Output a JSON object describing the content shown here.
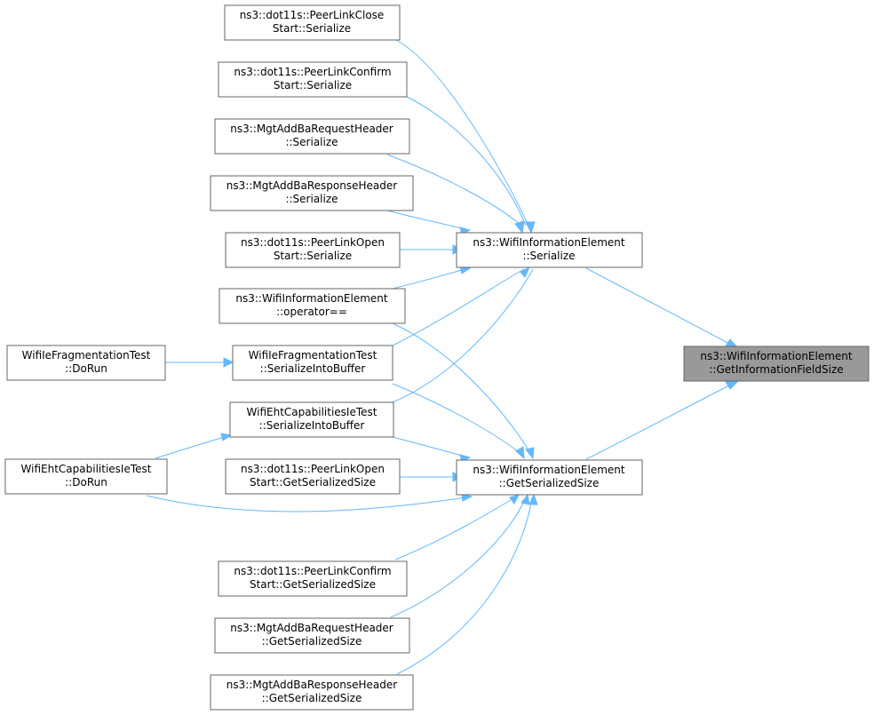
{
  "colors": {
    "edge": "#63b8ff",
    "node_border": "#666666",
    "node_fill": "#ffffff",
    "focus_fill": "#999999"
  },
  "nodes": {
    "target": {
      "line1": "ns3::WifiInformationElement",
      "line2": "::GetInformationFieldSize"
    },
    "serialize": {
      "line1": "ns3::WifiInformationElement",
      "line2": "::Serialize"
    },
    "get_serialized_size": {
      "line1": "ns3::WifiInformationElement",
      "line2": "::GetSerializedSize"
    },
    "peer_link_close_serialize": {
      "line1": "ns3::dot11s::PeerLinkClose",
      "line2": "Start::Serialize"
    },
    "peer_link_confirm_serialize": {
      "line1": "ns3::dot11s::PeerLinkConfirm",
      "line2": "Start::Serialize"
    },
    "addba_request_serialize": {
      "line1": "ns3::MgtAddBaRequestHeader",
      "line2": "::Serialize"
    },
    "addba_response_serialize": {
      "line1": "ns3::MgtAddBaResponseHeader",
      "line2": "::Serialize"
    },
    "peer_link_open_serialize": {
      "line1": "ns3::dot11s::PeerLinkOpen",
      "line2": "Start::Serialize"
    },
    "operator_eq": {
      "line1": "ns3::WifiInformationElement",
      "line2": "::operator=="
    },
    "frag_serialize_into_buffer": {
      "line1": "WifiIeFragmentationTest",
      "line2": "::SerializeIntoBuffer"
    },
    "frag_dorun": {
      "line1": "WifiIeFragmentationTest",
      "line2": "::DoRun"
    },
    "eht_serialize_into_buffer": {
      "line1": "WifiEhtCapabilitiesIeTest",
      "line2": "::SerializeIntoBuffer"
    },
    "eht_dorun": {
      "line1": "WifiEhtCapabilitiesIeTest",
      "line2": "::DoRun"
    },
    "peer_link_open_size": {
      "line1": "ns3::dot11s::PeerLinkOpen",
      "line2": "Start::GetSerializedSize"
    },
    "peer_link_confirm_size": {
      "line1": "ns3::dot11s::PeerLinkConfirm",
      "line2": "Start::GetSerializedSize"
    },
    "addba_request_size": {
      "line1": "ns3::MgtAddBaRequestHeader",
      "line2": "::GetSerializedSize"
    },
    "addba_response_size": {
      "line1": "ns3::MgtAddBaResponseHeader",
      "line2": "::GetSerializedSize"
    }
  },
  "edges": [
    [
      "serialize",
      "target"
    ],
    [
      "get_serialized_size",
      "target"
    ],
    [
      "peer_link_close_serialize",
      "serialize"
    ],
    [
      "peer_link_confirm_serialize",
      "serialize"
    ],
    [
      "addba_request_serialize",
      "serialize"
    ],
    [
      "addba_response_serialize",
      "serialize"
    ],
    [
      "peer_link_open_serialize",
      "serialize"
    ],
    [
      "operator_eq",
      "serialize"
    ],
    [
      "frag_serialize_into_buffer",
      "serialize"
    ],
    [
      "eht_serialize_into_buffer",
      "serialize"
    ],
    [
      "operator_eq",
      "get_serialized_size"
    ],
    [
      "frag_serialize_into_buffer",
      "get_serialized_size"
    ],
    [
      "eht_serialize_into_buffer",
      "get_serialized_size"
    ],
    [
      "peer_link_open_size",
      "get_serialized_size"
    ],
    [
      "eht_dorun",
      "get_serialized_size"
    ],
    [
      "peer_link_confirm_size",
      "get_serialized_size"
    ],
    [
      "addba_request_size",
      "get_serialized_size"
    ],
    [
      "addba_response_size",
      "get_serialized_size"
    ],
    [
      "frag_dorun",
      "frag_serialize_into_buffer"
    ],
    [
      "eht_dorun",
      "eht_serialize_into_buffer"
    ]
  ]
}
